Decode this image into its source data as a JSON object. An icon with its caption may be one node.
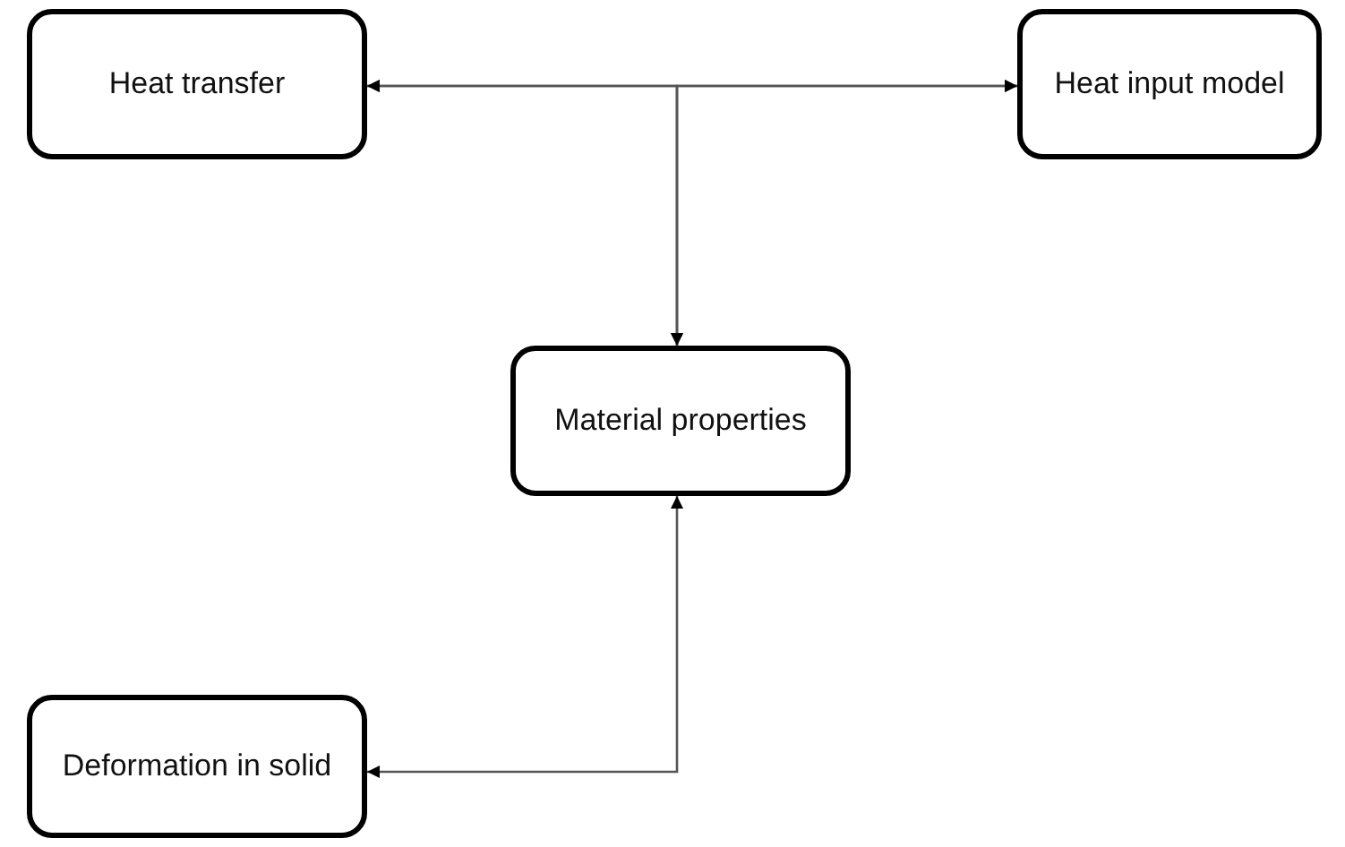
{
  "diagram": {
    "nodes": [
      {
        "text": [
          "Heat transfer"
        ]
      },
      {
        "text": [
          "Heat input model"
        ]
      },
      {
        "text": [
          "Material properties"
        ]
      },
      {
        "text": [
          "Deformation in solid"
        ]
      }
    ],
    "edges": [
      {
        "from": 0,
        "to": 1,
        "arrow": "both"
      },
      {
        "from": 0,
        "to": 2,
        "arrow": "both"
      },
      {
        "from": 1,
        "to": 2,
        "arrow": "both"
      },
      {
        "from": 2,
        "to": 3,
        "arrow": "both"
      }
    ]
  }
}
